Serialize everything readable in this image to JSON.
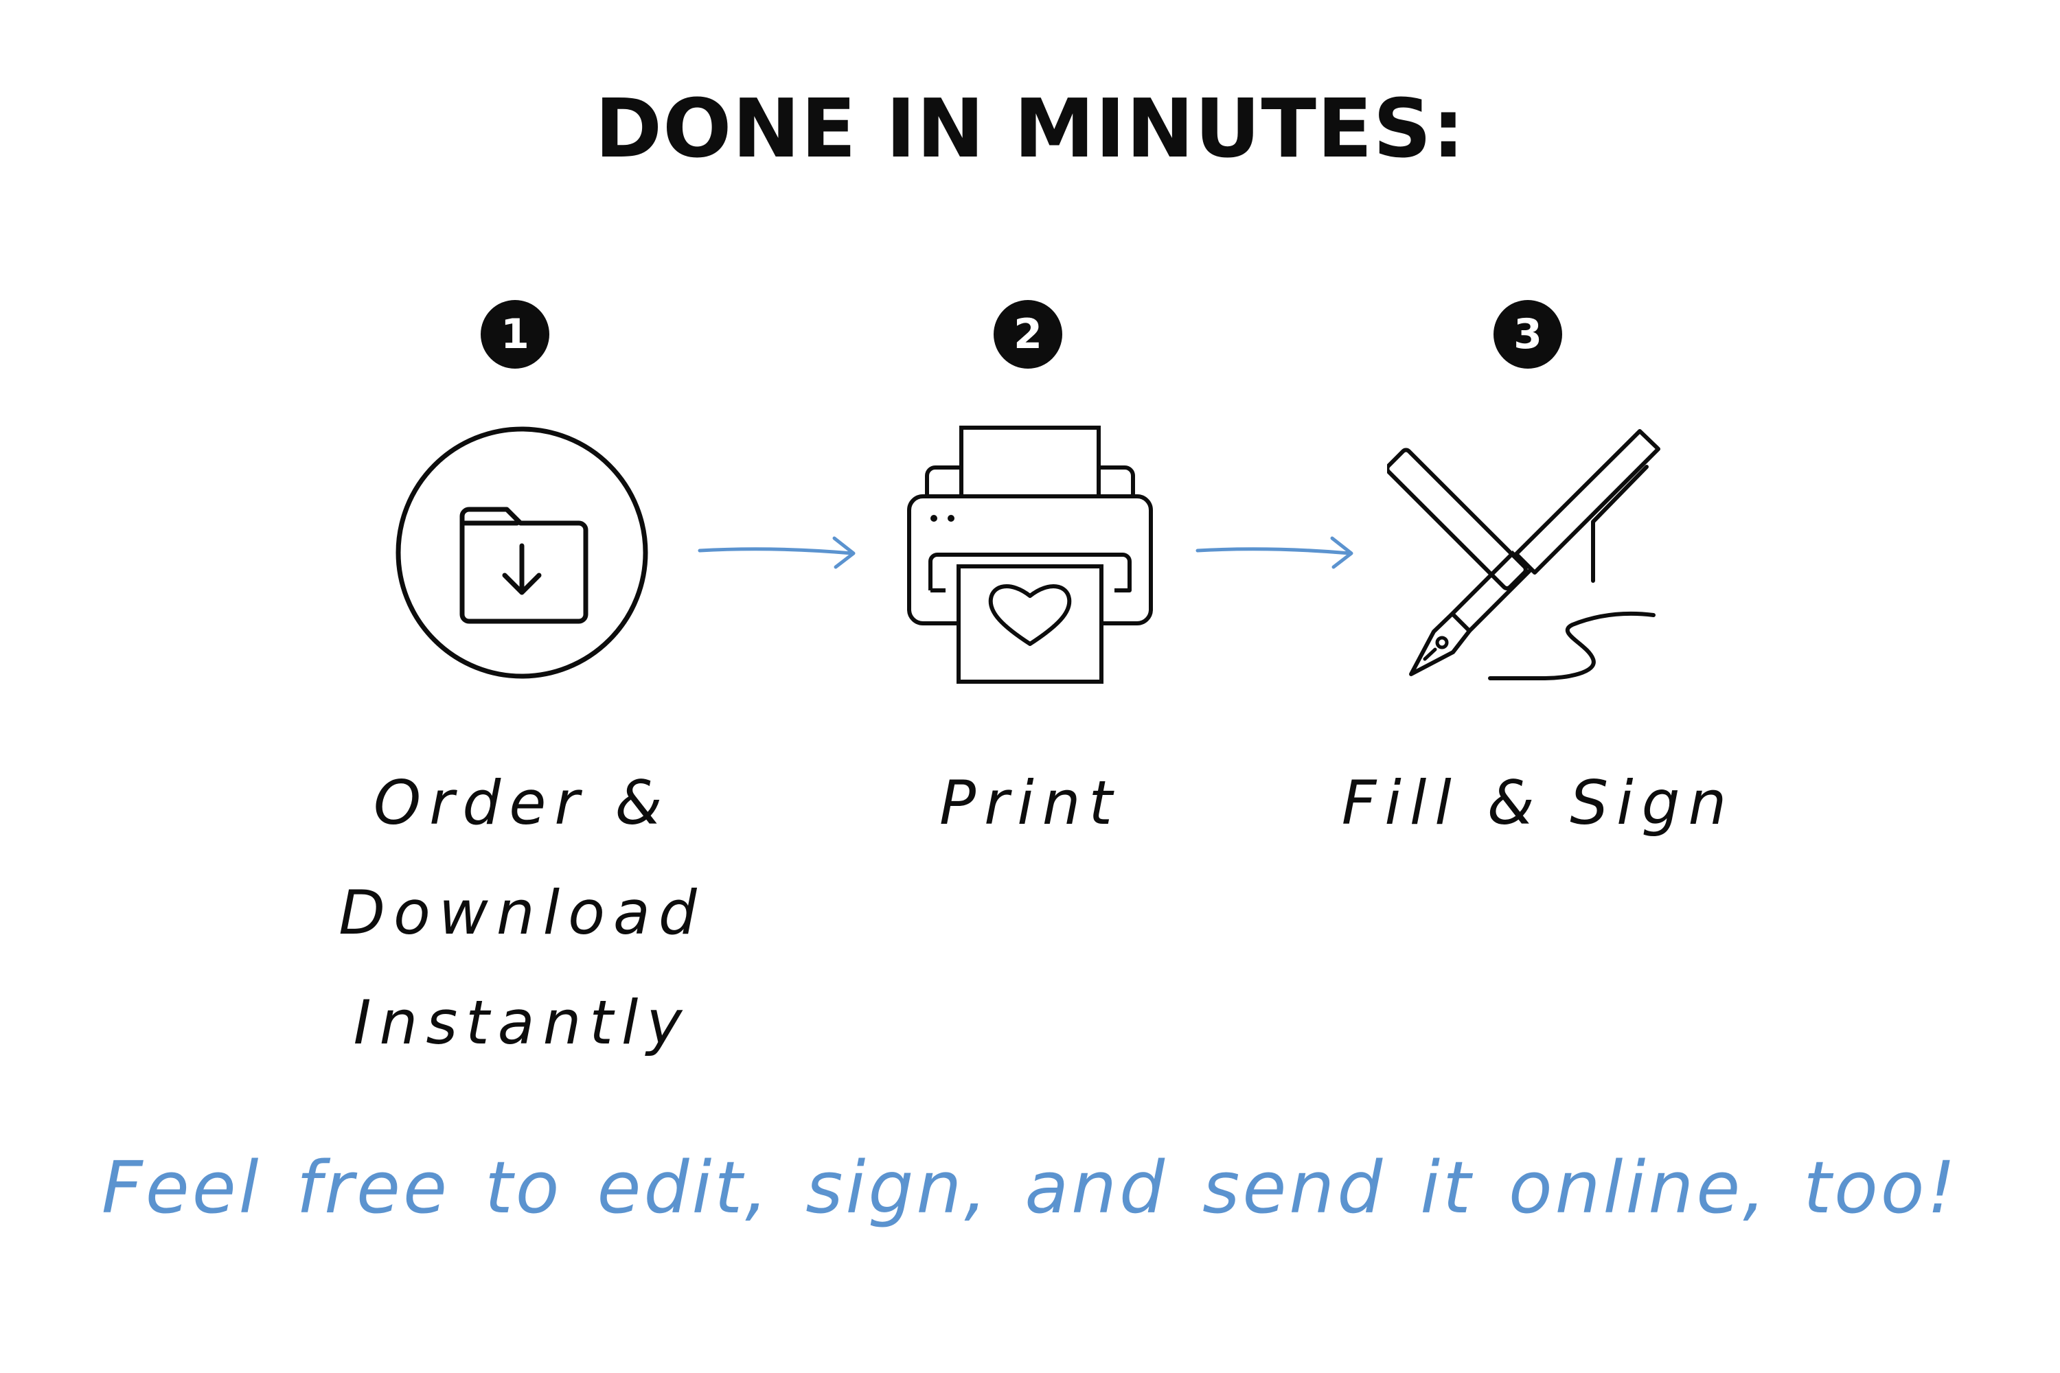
{
  "title": "DONE IN MINUTES:",
  "steps": [
    {
      "number": "1",
      "label_lines": [
        "Order &",
        "Download",
        "Instantly"
      ],
      "icon": "folder-download-icon"
    },
    {
      "number": "2",
      "label_lines": [
        "Print"
      ],
      "icon": "printer-heart-icon"
    },
    {
      "number": "3",
      "label_lines": [
        "Fill & Sign"
      ],
      "icon": "fountain-pen-signature-icon"
    }
  ],
  "footer": "Feel free to edit, sign, and send it online, too!",
  "colors": {
    "text": "#0d0d0d",
    "accent": "#5b93cf",
    "background": "#ffffff"
  }
}
